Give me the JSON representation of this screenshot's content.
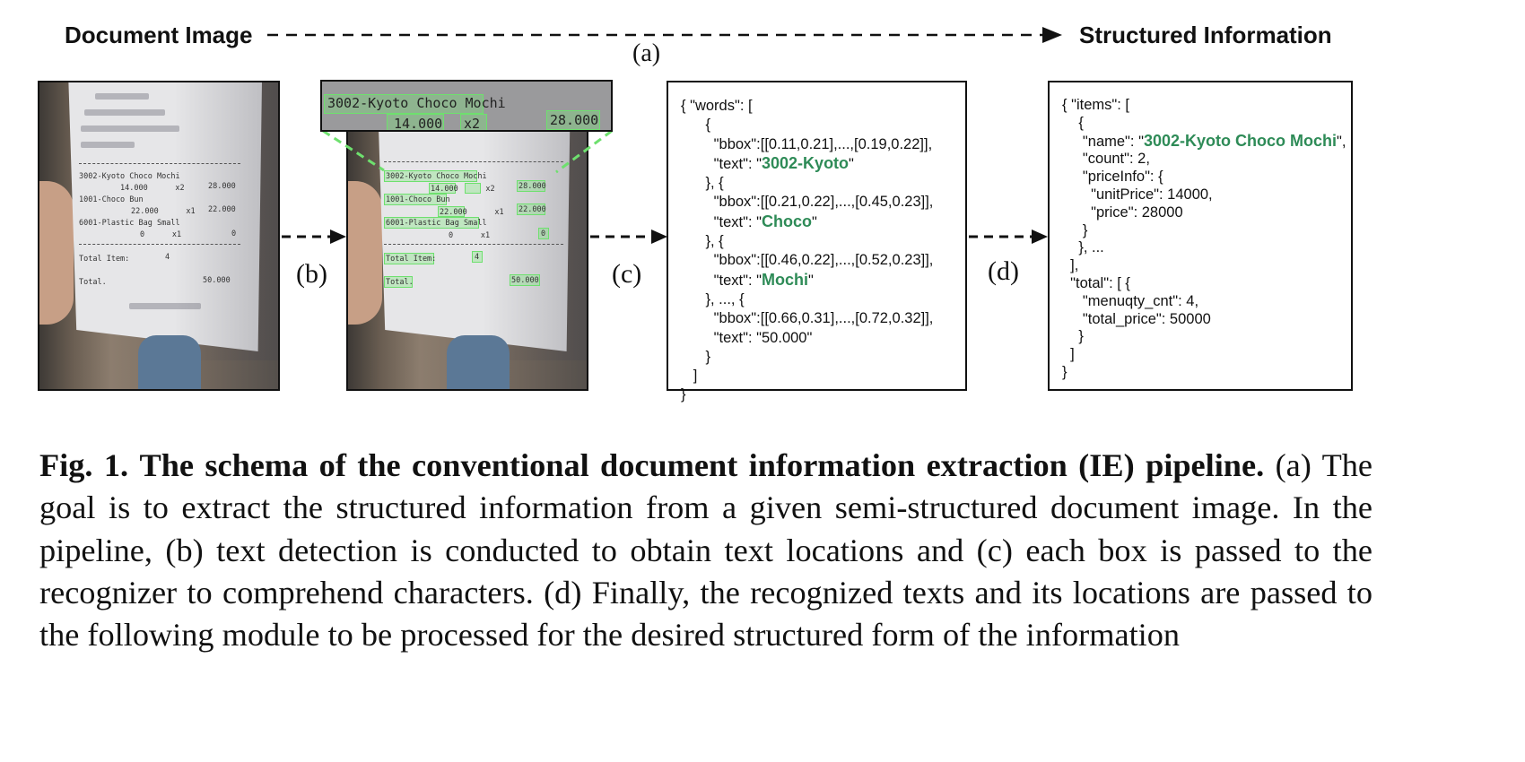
{
  "header": {
    "left_label": "Document Image",
    "right_label": "Structured Information",
    "step_a": "(a)"
  },
  "steps": {
    "b": "(b)",
    "c": "(c)",
    "d": "(d)"
  },
  "receipt": {
    "line1": "3002-Kyoto Choco Mochi",
    "line1_qty": "14.000      x2",
    "line1_price": "28.000",
    "line2": "1001-Choco Bun",
    "line2_qty": "22.000      x1",
    "line2_price": "22.000",
    "line3": "6001-Plastic Bag Small",
    "line3_qty": "0      x1",
    "line3_price": "0",
    "total_item_label": "Total Item:",
    "total_item_value": "4",
    "total_label": "Total.",
    "total_value": "50.000"
  },
  "zoom": {
    "line1": "3002-Kyoto Choco Mochi",
    "qty": "14.000",
    "mult": "x2",
    "price": "28.000"
  },
  "ocr_json": {
    "l1": "{ \"words\": [",
    "l2": "      {",
    "l3a": "        \"bbox\":[[0.11,0.21],...,[0.19,0.22]],",
    "l3b_pre": "        \"text\": \"",
    "l3b_g": "3002-Kyoto",
    "l3b_post": "\"",
    "l4": "      }, {",
    "l5a": "        \"bbox\":[[0.21,0.22],...,[0.45,0.23]],",
    "l5b_g": "Choco",
    "l6": "      }, {",
    "l7a": "        \"bbox\":[[0.46,0.22],...,[0.52,0.23]],",
    "l7b_g": "Mochi",
    "l8": "      }, ..., {",
    "l9a": "        \"bbox\":[[0.66,0.31],...,[0.72,0.32]],",
    "l9b": "        \"text\": \"50.000\"",
    "l10": "      }",
    "l11": "   ]",
    "l12": "}"
  },
  "struct_json": {
    "l1": "{ \"items\": [",
    "l2": "    {",
    "l3_pre": "     \"name\": \"",
    "l3_g": "3002-Kyoto Choco Mochi",
    "l3_post": "\",",
    "l4": "     \"count\": 2,",
    "l5": "     \"priceInfo\": {",
    "l6": "       \"unitPrice\": 14000,",
    "l7": "       \"price\": 28000",
    "l8": "     }",
    "l9": "    }, ...",
    "l10": "  ],",
    "l11": "  \"total\": [ {",
    "l12": "     \"menuqty_cnt\": 4,",
    "l13": "     \"total_price\": 50000",
    "l14": "    }",
    "l15": "  ]",
    "l16": "}"
  },
  "caption": {
    "fig_label": "Fig. 1.",
    "fig_title": "The schema of the conventional document information extraction (IE) pipeline.",
    "body": "(a) The goal is to extract the structured information from a given semi-structured document image. In the pipeline, (b) text detection is conducted to obtain text locations and (c) each box is passed to the recognizer to comprehend characters. (d) Finally, the recognized texts and its locations are passed to the following module to be processed for the desired structured form of the information"
  },
  "colors": {
    "accent_green": "#2e8b57",
    "box_green": "#6ee06e"
  }
}
